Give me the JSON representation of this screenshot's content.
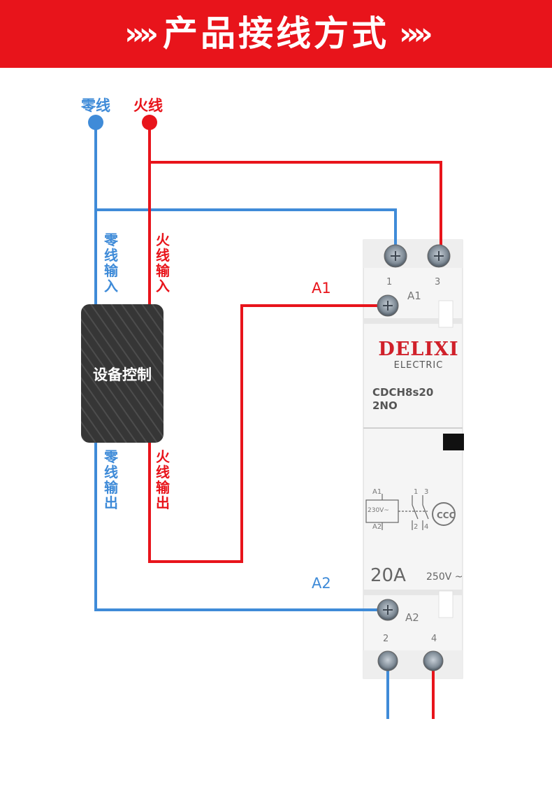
{
  "banner": {
    "title": "产品接线方式",
    "chevron": "»"
  },
  "labels": {
    "neutral": "零线",
    "live": "火线",
    "neutral_in": "零线输入",
    "live_in": "火线输入",
    "neutral_out": "零线输出",
    "live_out": "火线输出",
    "device": "设备控制",
    "a1_wire": "A1",
    "a2_wire": "A2"
  },
  "contactor": {
    "brand": "DELIXI",
    "sub_brand": "ELECTRIC",
    "model_line1": "CDCH8s20",
    "model_line2": "2NO",
    "rating": "20A",
    "voltage": "250V ~",
    "terminal_top_left": "1",
    "terminal_top_right": "3",
    "terminal_a1": "A1",
    "terminal_a2": "A2",
    "terminal_bottom_left": "2",
    "terminal_bottom_right": "4",
    "schematic_a1": "A1",
    "schematic_a2": "A2",
    "schematic_voltage": "230V~",
    "schematic_1": "1",
    "schematic_3": "3",
    "schematic_2": "2",
    "schematic_4": "4"
  },
  "colors": {
    "neutral": "#3f8bd8",
    "live": "#e8141b",
    "banner": "#e8141b",
    "device": "#3a3a3a"
  }
}
